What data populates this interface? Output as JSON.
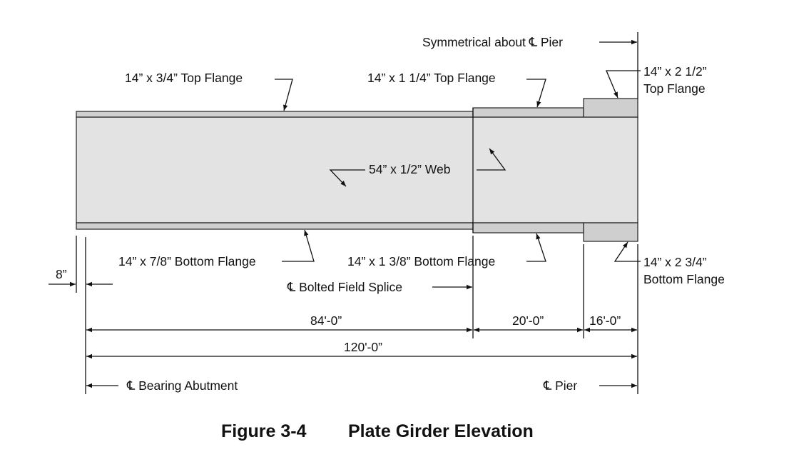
{
  "labels": {
    "symmetry": "Symmetrical about ℄ Pier",
    "top_flange_1": "14” x 3/4” Top Flange",
    "top_flange_2": "14” x 1 1/4” Top Flange",
    "top_flange_3_line1": "14” x 2 1/2”",
    "top_flange_3_line2": "Top Flange",
    "web": "54” x 1/2” Web",
    "bottom_flange_1": "14” x 7/8” Bottom Flange",
    "bottom_flange_2": "14” x 1 3/8” Bottom Flange",
    "bottom_flange_3_line1": "14” x 2 3/4”",
    "bottom_flange_3_line2": "Bottom Flange",
    "splice": "℄ Bolted Field Splice",
    "dim_offset": "8”",
    "dim_84": "84'-0”",
    "dim_20": "20'-0”",
    "dim_16": "16'-0”",
    "dim_120": "120'-0”",
    "abutment": "℄ Bearing Abutment",
    "pier": "℄ Pier"
  },
  "caption": {
    "number": "Figure 3-4",
    "title": "Plate Girder Elevation"
  },
  "colors": {
    "web_fill": "#e3e3e3",
    "flange_fill": "#cfcfcf",
    "line": "#111111"
  }
}
